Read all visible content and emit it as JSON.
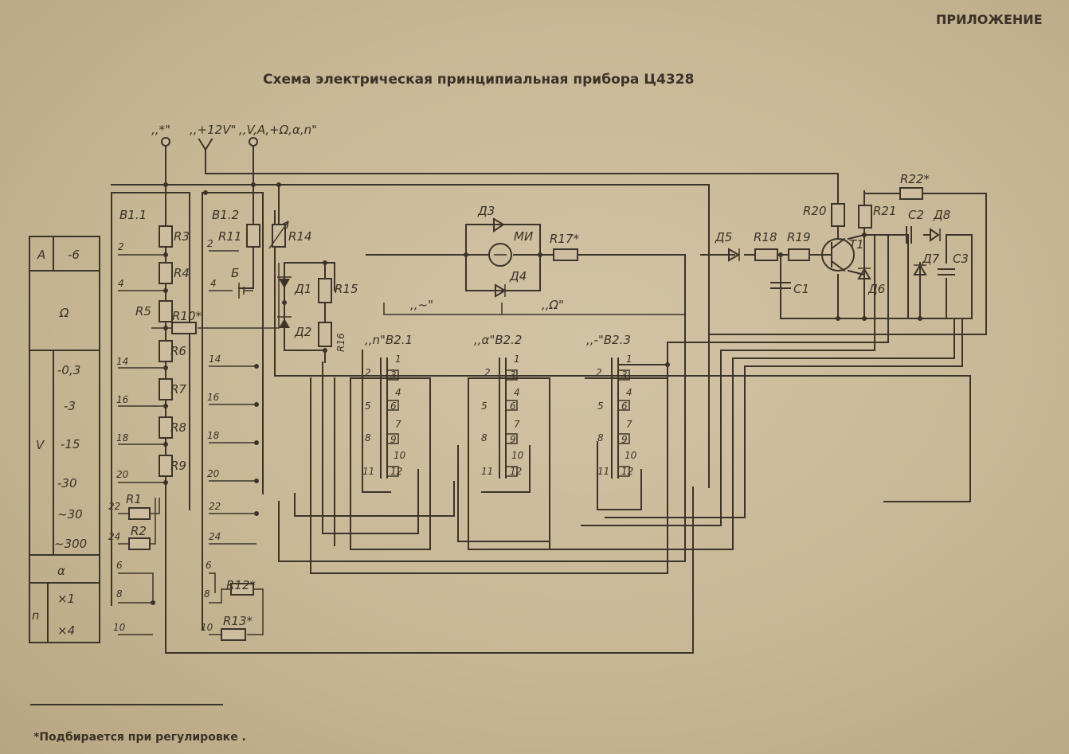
{
  "header": {
    "appendix": "ПРИЛОЖЕНИЕ",
    "title": "Схема электрическая принципиальная прибора Ц4328"
  },
  "terminals": {
    "star": ",,*\"",
    "plus12": ",,+12V\"",
    "va": ",,V,A,+Ω,α,n\""
  },
  "switches": {
    "b11": "В1.1",
    "b12": "В1.2",
    "b21": ",,n\"В2.1",
    "b22": ",,α\"В2.2",
    "b23": ",,-\"В2.3",
    "mode_ac": ",,~\"",
    "mode_ohm": ",,Ω\""
  },
  "resistors": {
    "r1": "R1",
    "r2": "R2",
    "r3": "R3",
    "r4": "R4",
    "r5": "R5",
    "r6": "R6",
    "r7": "R7",
    "r8": "R8",
    "r9": "R9",
    "r10": "R10*",
    "r11": "R11",
    "r12": "R12*",
    "r13": "R13*",
    "r14": "R14",
    "r15": "R15",
    "r16": "R16",
    "r17": "R17*",
    "r18": "R18",
    "r19": "R19",
    "r20": "R20",
    "r21": "R21",
    "r22": "R22*"
  },
  "diodes": {
    "d1": "Д1",
    "d2": "Д2",
    "d3": "Д3",
    "d4": "Д4",
    "d5": "Д5",
    "d6": "Д6",
    "d7": "Д7",
    "d8": "Д8"
  },
  "caps": {
    "c1": "C1",
    "c2": "C2",
    "c3": "C3"
  },
  "misc": {
    "meter": "МИ",
    "battery": "Б",
    "transistor": "T1"
  },
  "b11_pins": [
    "2",
    "4",
    "14",
    "16",
    "18",
    "20",
    "22",
    "24",
    "6",
    "8",
    "10"
  ],
  "b12_pins": [
    "2",
    "4",
    "14",
    "16",
    "18",
    "20",
    "22",
    "24",
    "6",
    "8",
    "10"
  ],
  "wafer_pins": {
    "left": [
      "2",
      "5",
      "8",
      "11"
    ],
    "right": [
      "1",
      "3",
      "4",
      "6",
      "7",
      "9",
      "10",
      "12"
    ]
  },
  "range_table": {
    "a_label": "A",
    "a_value": "-6",
    "ohm_label": "Ω",
    "v_label": "V",
    "v_values": [
      "-0,3",
      "-3",
      "-15",
      "-30",
      "~30",
      "~300"
    ],
    "alpha_label": "α",
    "n_label": "n",
    "n_values": [
      "×1",
      "×4"
    ]
  },
  "footnote": "*Подбирается при регулировке ."
}
